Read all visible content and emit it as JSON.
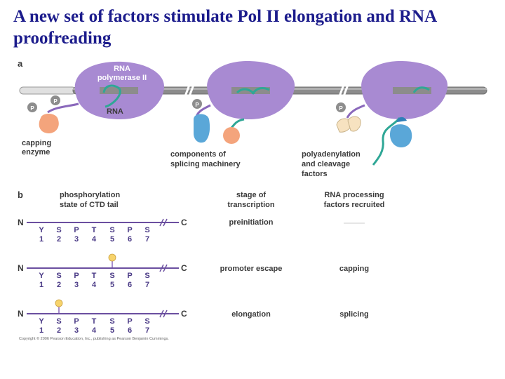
{
  "title": "A new set of factors stimulate Pol II elongation and RNA proofreading",
  "panel_a": {
    "label": "a",
    "pol2_label_line1": "RNA",
    "pol2_label_line2": "polymerase II",
    "rna_label": "RNA",
    "phospho_label": "P",
    "capping_line1": "capping",
    "capping_line2": "enzyme",
    "splicing_line1": "components of",
    "splicing_line2": "splicing machinery",
    "polyA_line1": "polyadenylation",
    "polyA_line2": "and cleavage",
    "polyA_line3": "factors"
  },
  "panel_b": {
    "label": "b",
    "col1_line1": "phosphorylation",
    "col1_line2": "state of CTD tail",
    "col2_line1": "stage of",
    "col2_line2": "transcription",
    "col3_line1": "RNA processing",
    "col3_line2": "factors recruited",
    "n_label": "N",
    "c_label": "C",
    "residues": [
      "Y",
      "S",
      "P",
      "T",
      "S",
      "P",
      "S"
    ],
    "positions": [
      "1",
      "2",
      "3",
      "4",
      "5",
      "6",
      "7"
    ],
    "rows": [
      {
        "stage": "preinitiation",
        "factor": ""
      },
      {
        "stage": "promoter escape",
        "factor": "capping"
      },
      {
        "stage": "elongation",
        "factor": "splicing"
      }
    ]
  },
  "copyright": "Copyright © 2006 Pearson Education, Inc., publishing as Pearson Benjamin Cummings.",
  "colors": {
    "title": "#1c1c8c",
    "polymerase": "#a88ad2",
    "polymerase_dark": "#8a68bb",
    "capping_enzyme": "#f4a47c",
    "splicing": "#5aa7d8",
    "rna": "#2fa796",
    "phosphate": "#8d8d8d",
    "ctd_line": "#6b4fa0",
    "phospho_dot": "#f7d36b"
  }
}
